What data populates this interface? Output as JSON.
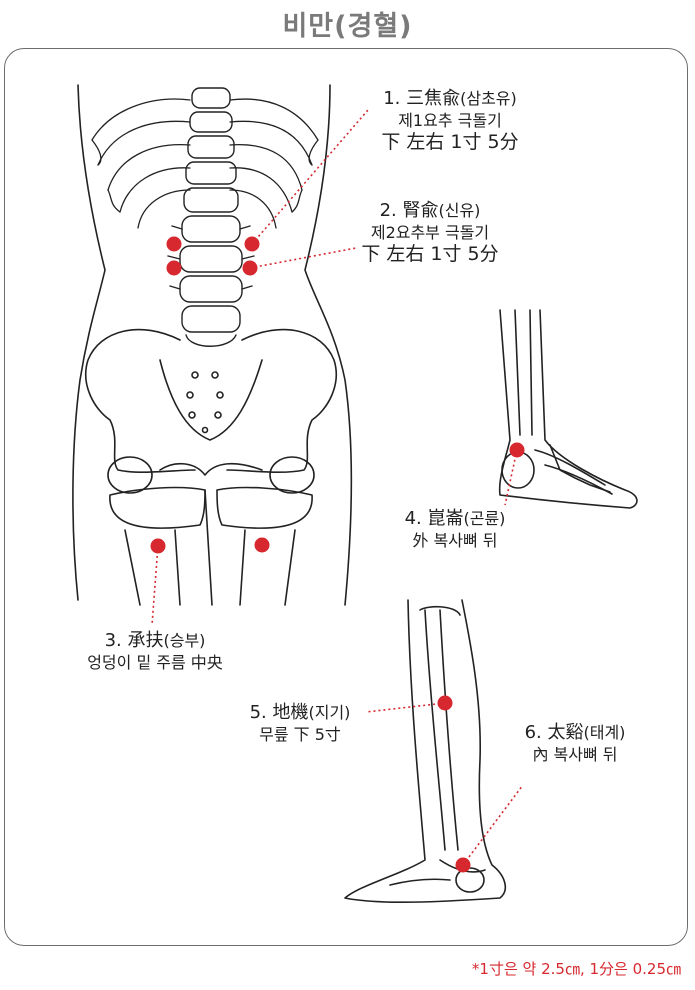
{
  "title": "비만(경혈)",
  "points": [
    {
      "num": "1.",
      "name": "三焦兪",
      "reading": "(삼초유)",
      "location": "제1요추 극돌기",
      "measure": "下 左右 1寸 5分"
    },
    {
      "num": "2.",
      "name": "腎兪",
      "reading": "(신유)",
      "location": "제2요추부 극돌기",
      "measure": "下 左右 1寸 5分"
    },
    {
      "num": "3.",
      "name": "承扶",
      "reading": "(승부)",
      "location": "엉덩이 밑 주름 中央"
    },
    {
      "num": "4.",
      "name": "崑崙",
      "reading": "(곤륜)",
      "location": "外 복사뼈 뒤"
    },
    {
      "num": "5.",
      "name": "地機",
      "reading": "(지기)",
      "location": "무릎 下 5寸"
    },
    {
      "num": "6.",
      "name": "太谿",
      "reading": "(태계)",
      "location": "內 복사뼈 뒤"
    }
  ],
  "footnote": "*1寸은 약 2.5㎝, 1分은 0.25㎝",
  "colors": {
    "marker": "#d6282e",
    "title": "#7a7a7a",
    "frame": "#6d6d6d",
    "footnote": "#d6282e"
  }
}
